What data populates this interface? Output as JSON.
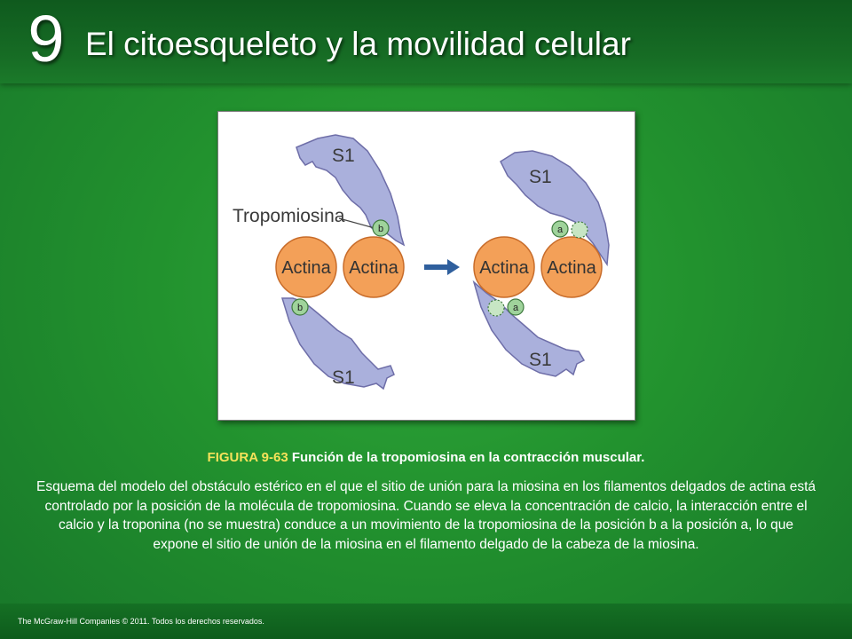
{
  "header": {
    "chapter_number": "9",
    "title": "El citoesqueleto y la movilidad celular"
  },
  "figure": {
    "labels": {
      "s1": "S1",
      "tropomyosin": "Tropomiosina",
      "actin": "Actina",
      "site_a": "a",
      "site_b": "b"
    },
    "colors": {
      "myosin_head": "#aab0dc",
      "actin": "#f3a058",
      "binding_site": "#9fd39b",
      "arrow": "#2f5f9d"
    }
  },
  "caption": {
    "figure_label": "FIGURA 9-63",
    "figure_title": "Función de la tropomiosina en la contracción muscular.",
    "description": "Esquema del modelo del obstáculo estérico en el que el sitio de unión para la miosina en los filamentos delgados de actina está controlado por la posición de la molécula de tropomiosina. Cuando se eleva la concentración de calcio, la interacción entre el calcio y la troponina (no se muestra) conduce a un movimiento de la tropomiosina de la posición b a la posición a, lo que expone el sitio de unión de la miosina en el filamento delgado de la cabeza de la miosina."
  },
  "footer": {
    "copyright": "The McGraw-Hill Companies © 2011. Todos los derechos reservados."
  }
}
